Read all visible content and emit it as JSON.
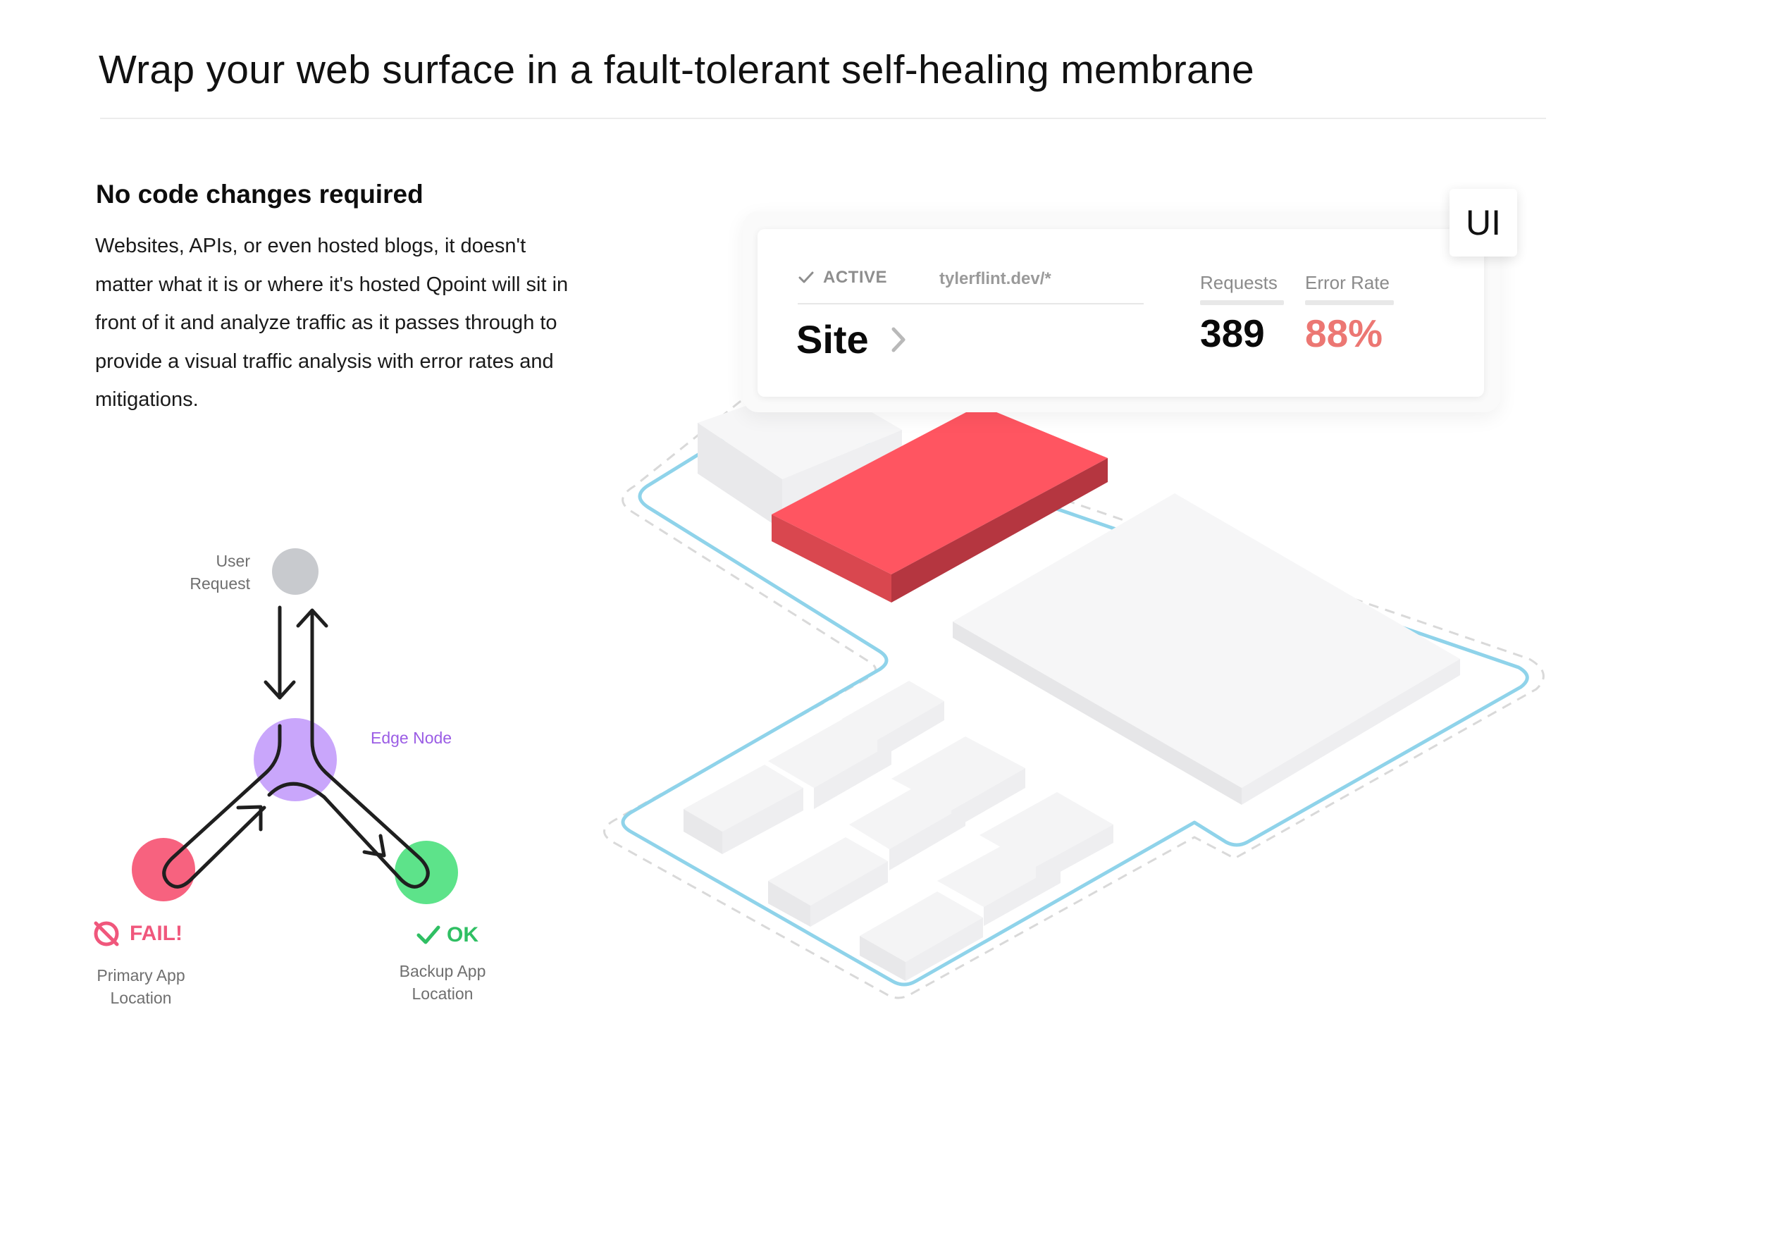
{
  "header": {
    "title": "Wrap your web surface in a fault-tolerant self-healing membrane"
  },
  "intro": {
    "heading": "No code changes required",
    "body": "Websites, APIs, or even hosted blogs, it doesn't matter what it is or where it's hosted Qpoint will sit in front of it and analyze traffic as it passes through to provide a visual traffic analysis with error rates and mitigations."
  },
  "flow": {
    "user_request_label_line1": "User",
    "user_request_label_line2": "Request",
    "edge_node_label": "Edge Node",
    "fail_status": "FAIL!",
    "ok_status": "OK",
    "primary_label_line1": "Primary App",
    "primary_label_line2": "Location",
    "backup_label_line1": "Backup App",
    "backup_label_line2": "Location",
    "icons": {
      "fail": "no-entry-icon",
      "ok": "check-icon",
      "arrow": "arrow-icon"
    },
    "colors": {
      "user": "#c8cace",
      "edge": "#c9a6fb",
      "primary": "#f7627f",
      "backup": "#5de38a",
      "fail_text": "#f0577c",
      "ok_text": "#2fbf63",
      "edge_text": "#9b5de5"
    }
  },
  "ui_card": {
    "badge": "UI",
    "status": "ACTIVE",
    "domain": "tylerflint.dev/*",
    "site_label": "Site",
    "requests_label": "Requests",
    "requests_value": "389",
    "error_rate_label": "Error Rate",
    "error_rate_value": "88%",
    "icons": {
      "status": "check-icon",
      "site": "chevron-right-icon"
    },
    "colors": {
      "error_rate": "#ec7773",
      "highlight_block": "#ff5561",
      "membrane": "#8fd3ea"
    }
  }
}
